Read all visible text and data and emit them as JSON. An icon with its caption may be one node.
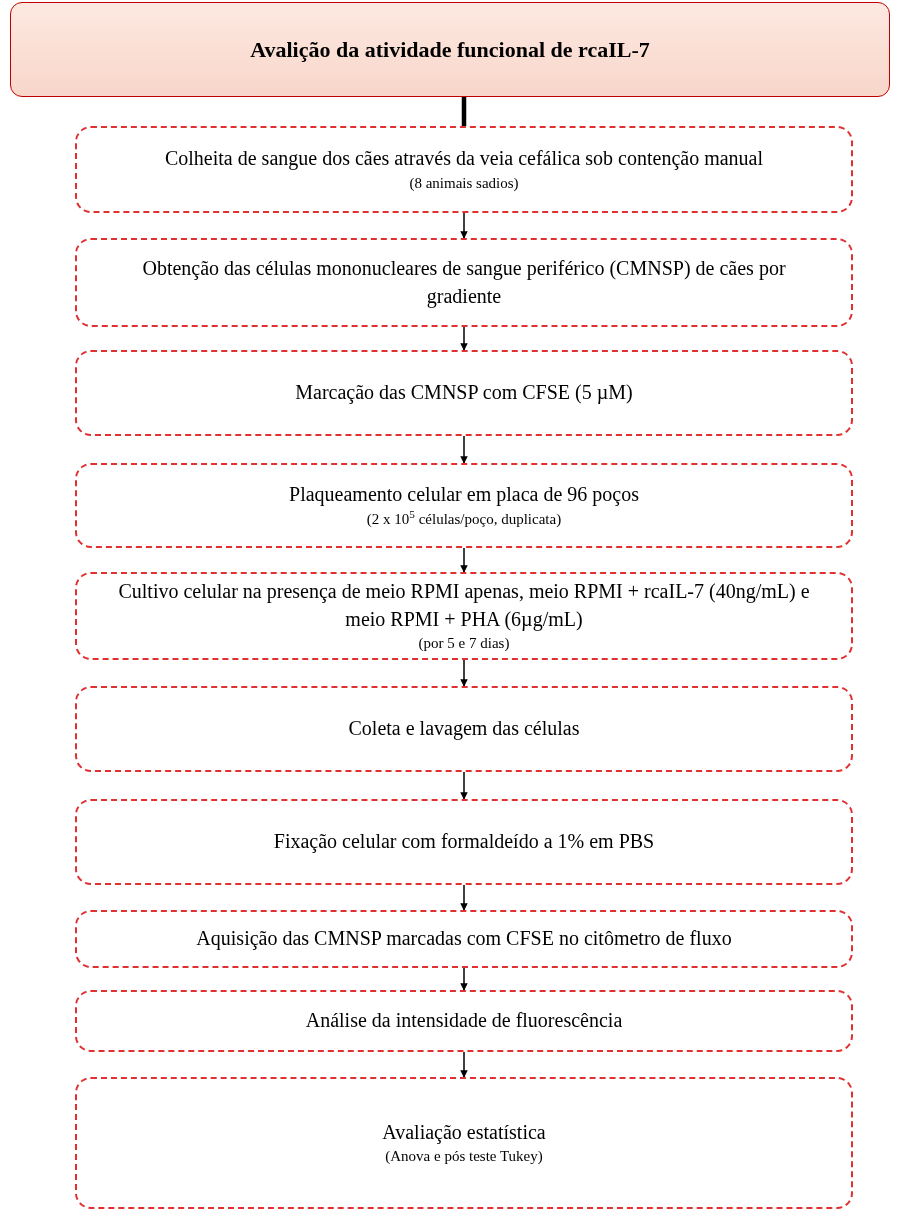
{
  "diagram": {
    "nodes": [
      {
        "text": [
          "Avalição da atividade funcional de rcaIL-7"
        ]
      },
      {
        "text": [
          "Colheita de sangue dos cães através da veia cefálica sob contenção manual",
          "(8 animais sadios)"
        ]
      },
      {
        "text": [
          "Obtenção das células mononucleares de sangue periférico (CMNSP) de cães por gradiente"
        ]
      },
      {
        "text": [
          "Marcação das CMNSP com CFSE (5 µM)"
        ]
      },
      {
        "text": [
          "Plaqueamento celular em placa de 96 poços",
          "(2 x 10$^{5}$ células/poço, duplicata)"
        ]
      },
      {
        "text": [
          "Cultivo celular na presença de meio RPMI apenas, meio RPMI + rcaIL-7 (40ng/mL) e meio RPMI + PHA (6µg/mL)",
          "(por 5 e 7 dias)"
        ]
      },
      {
        "text": [
          "Coleta e lavagem das células"
        ]
      },
      {
        "text": [
          "Fixação celular com formaldeído a 1% em PBS"
        ]
      },
      {
        "text": [
          "Aquisição das CMNSP marcadas com CFSE no citômetro de fluxo"
        ]
      },
      {
        "text": [
          "Análise da intensidade de fluorescência"
        ]
      },
      {
        "text": [
          "Avaliação estatística",
          "(Anova e pós teste Tukey)"
        ]
      }
    ],
    "edges": [
      {
        "from": 0,
        "to": 1,
        "arrow": "none",
        "style": "thick"
      },
      {
        "from": 1,
        "to": 2,
        "arrow": "to"
      },
      {
        "from": 2,
        "to": 3,
        "arrow": "to"
      },
      {
        "from": 3,
        "to": 4,
        "arrow": "to"
      },
      {
        "from": 4,
        "to": 5,
        "arrow": "to"
      },
      {
        "from": 5,
        "to": 6,
        "arrow": "to"
      },
      {
        "from": 6,
        "to": 7,
        "arrow": "to"
      },
      {
        "from": 7,
        "to": 8,
        "arrow": "to"
      },
      {
        "from": 8,
        "to": 9,
        "arrow": "to"
      },
      {
        "from": 9,
        "to": 10,
        "arrow": "to"
      }
    ]
  }
}
